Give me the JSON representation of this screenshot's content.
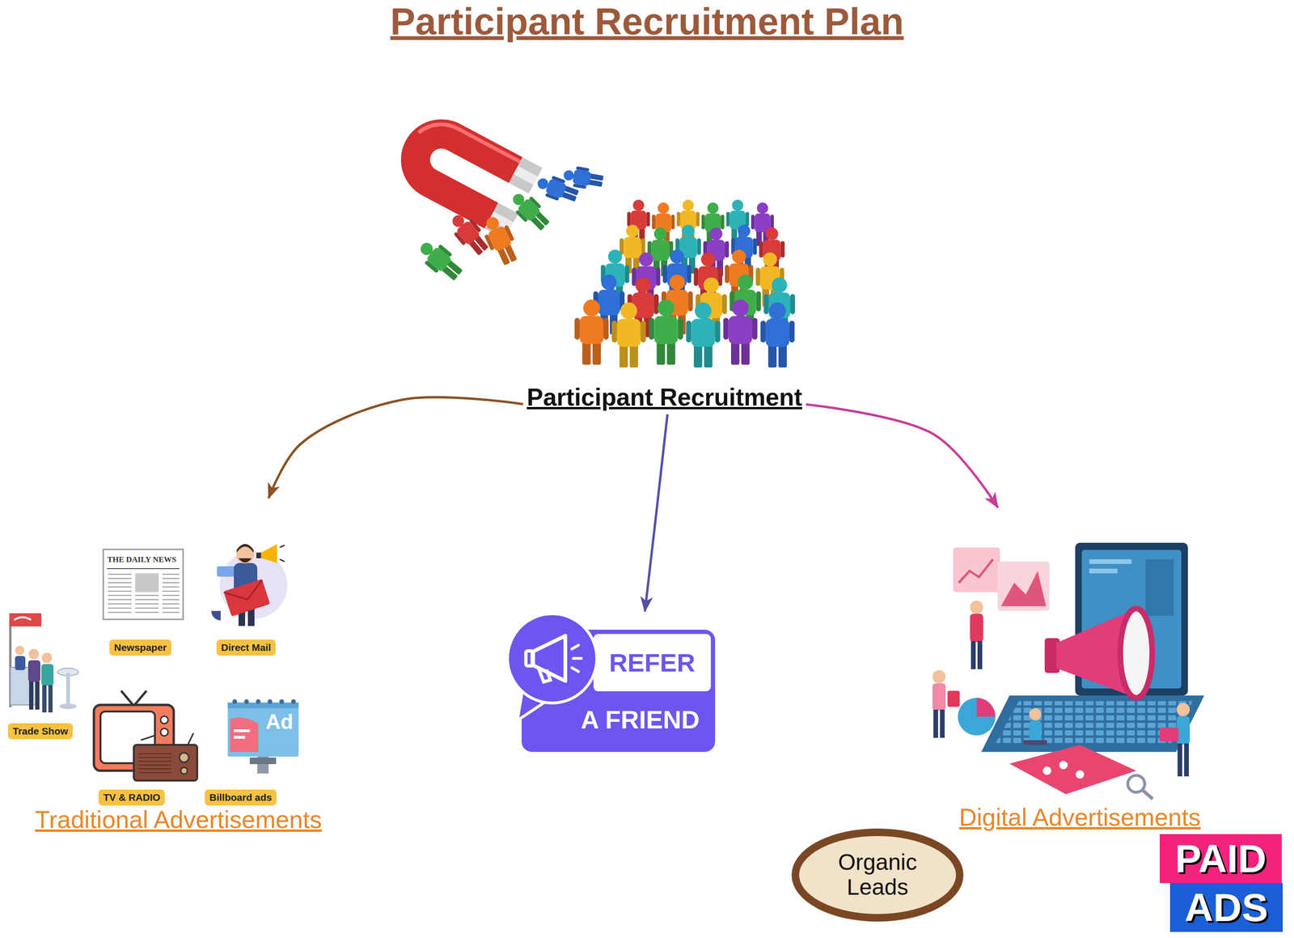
{
  "diagram": {
    "title": "Participant Recruitment Plan",
    "nodes": [
      {
        "text": [
          "Participant Recruitment"
        ]
      },
      {
        "text": [
          "Traditional Advertisements"
        ]
      },
      {
        "text": [
          "Newspaper"
        ],
        "in": 1
      },
      {
        "text": [
          "Direct Mail"
        ],
        "in": 1
      },
      {
        "text": [
          "Trade Show"
        ],
        "in": 1
      },
      {
        "text": [
          "TV & RADIO"
        ],
        "in": 1
      },
      {
        "text": [
          "Billboard ads"
        ],
        "in": 1
      },
      {
        "text": [
          "REFER",
          "A FRIEND"
        ]
      },
      {
        "text": [
          "Digital Advertisements"
        ]
      },
      {
        "text": [
          "Organic Leads"
        ]
      },
      {
        "text": [
          "PAID",
          "ADS"
        ]
      }
    ],
    "edges": [
      {
        "from": 0,
        "to": 1,
        "arrow": "to"
      },
      {
        "from": 0,
        "to": 7,
        "arrow": "to"
      },
      {
        "from": 0,
        "to": 8,
        "arrow": "to"
      }
    ],
    "labels": [
      "THE DAILY NEWS",
      "Ad"
    ]
  }
}
